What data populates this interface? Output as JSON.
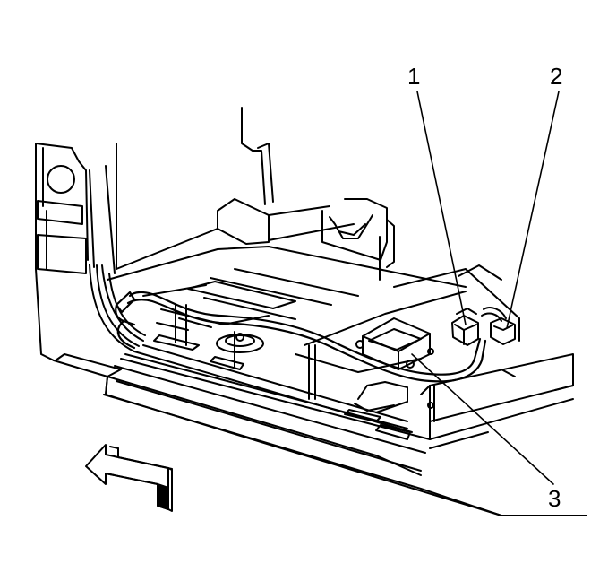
{
  "callouts": [
    {
      "id": "1",
      "text": "1"
    },
    {
      "id": "2",
      "text": "2"
    },
    {
      "id": "3",
      "text": "3"
    }
  ],
  "colors": {
    "line": "#000000",
    "background": "#ffffff"
  },
  "icons": {
    "direction": "forward-arrow-icon"
  }
}
